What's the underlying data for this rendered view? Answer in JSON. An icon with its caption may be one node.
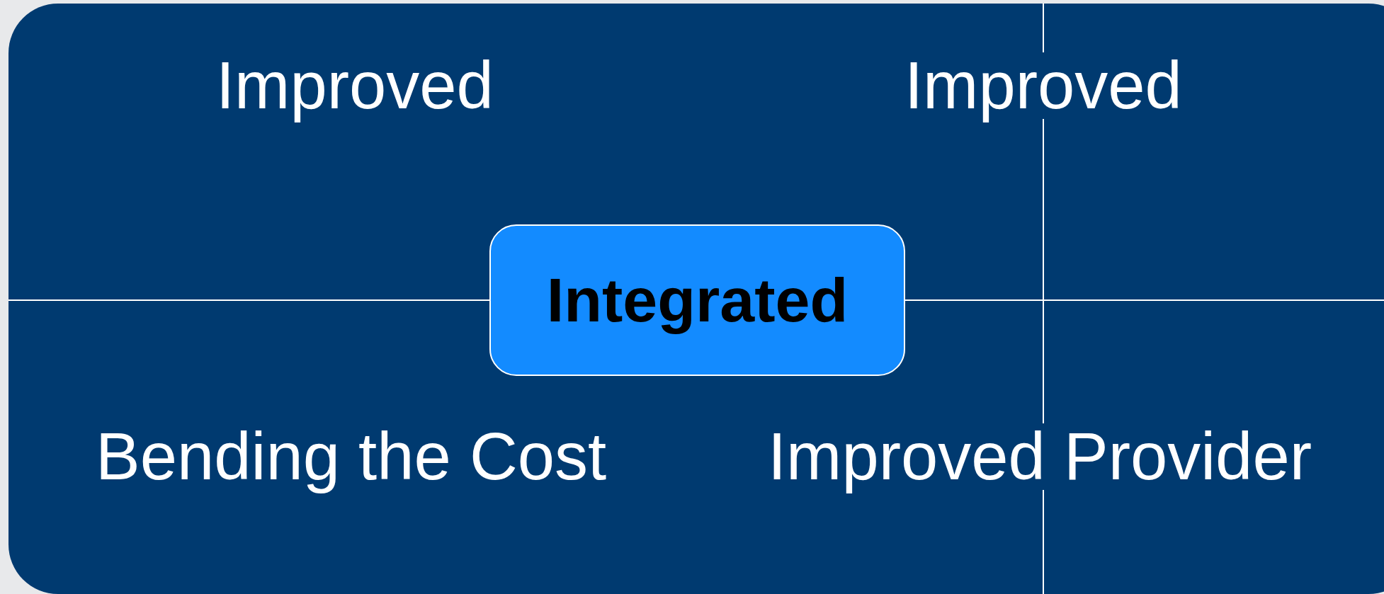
{
  "diagram": {
    "nodes": [
      {
        "text": [
          "Improved"
        ]
      },
      {
        "text": [
          "Improved"
        ]
      },
      {
        "text": [
          "Bending the Cost"
        ]
      },
      {
        "text": [
          "Improved Provider"
        ]
      },
      {
        "text": [
          "Integrated"
        ]
      }
    ]
  }
}
